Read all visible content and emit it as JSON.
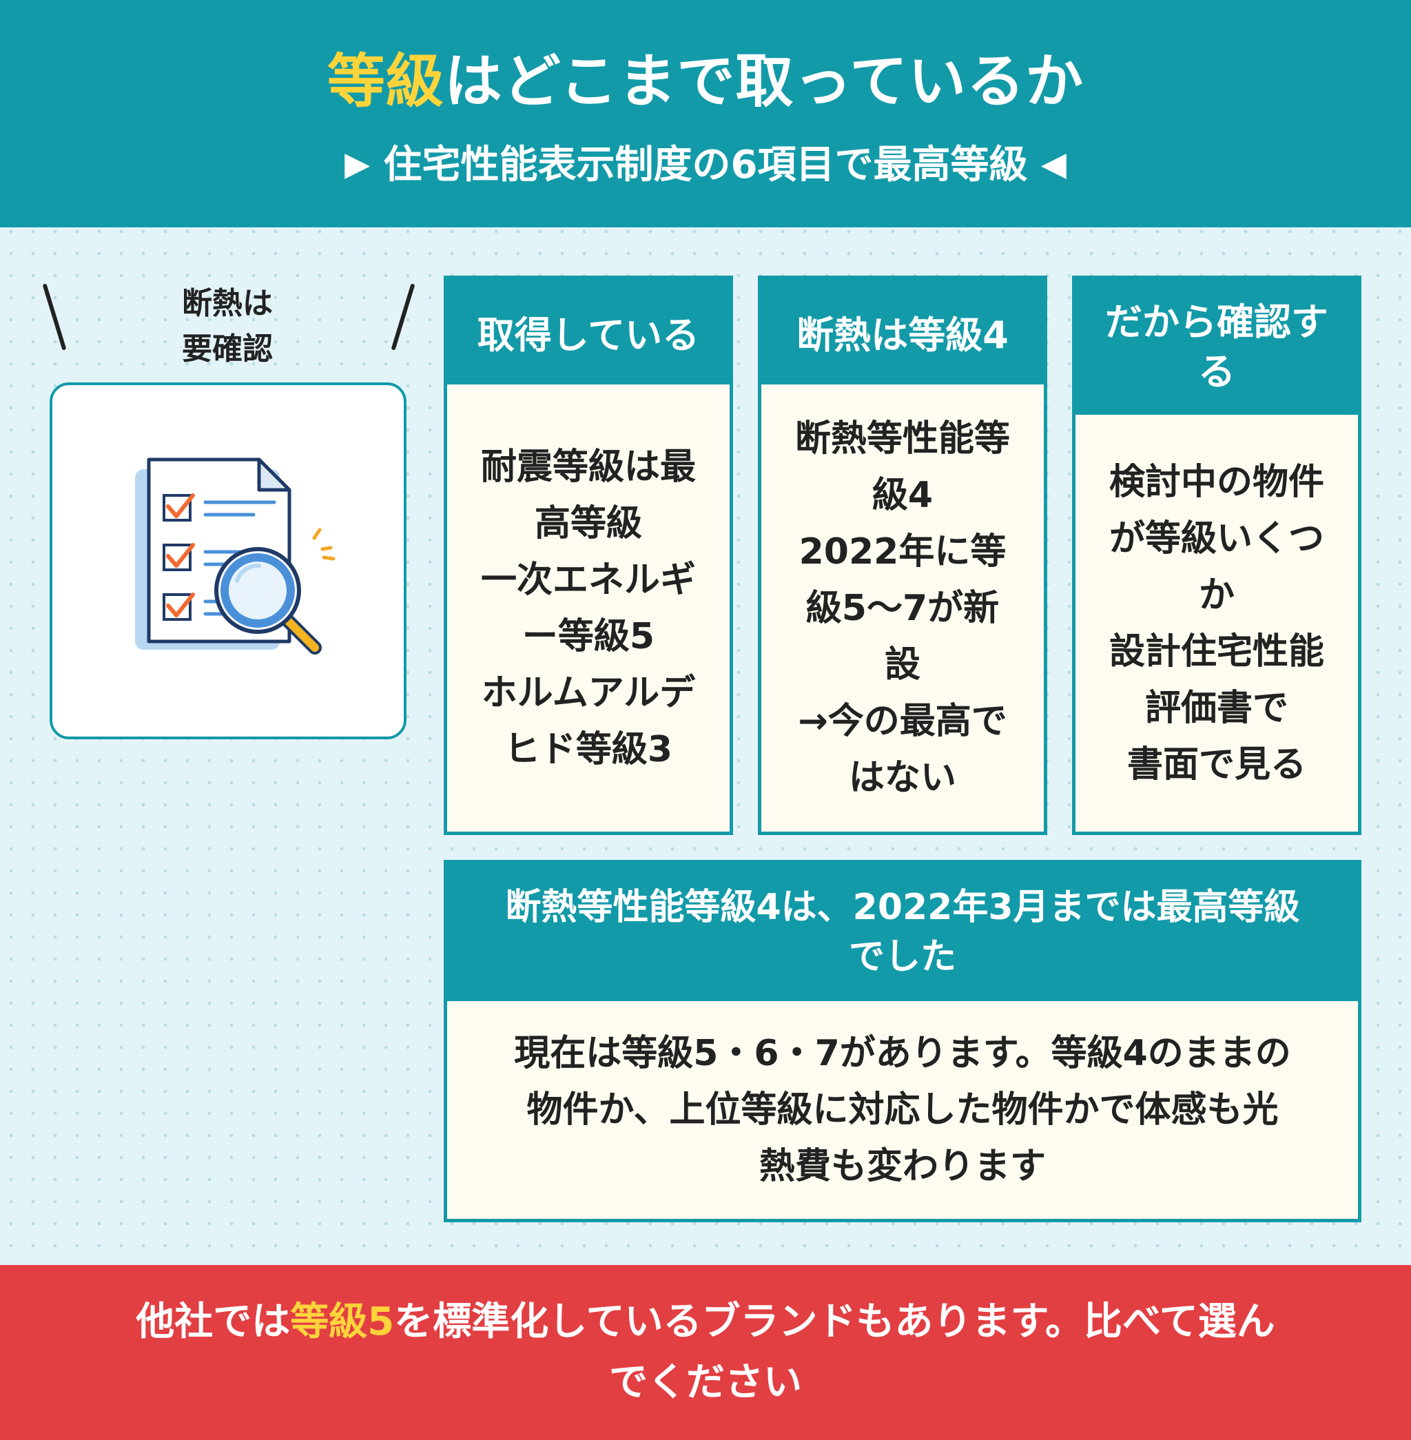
{
  "header": {
    "title_highlight": "等級",
    "title_rest": "はどこまで取っているか",
    "subtitle_left_marker": "▶",
    "subtitle": "住宅性能表示制度の6項目で最高等級",
    "subtitle_right_marker": "◀"
  },
  "aside": {
    "label_line1": "断熱は",
    "label_line2": "要確認",
    "illustration_icon": "checklist-magnifier-icon"
  },
  "cards": [
    {
      "title": "取得している",
      "body": [
        "耐震等級は最",
        "高等級",
        "一次エネルギ",
        "ー等級5",
        "ホルムアルデ",
        "ヒド等級3"
      ]
    },
    {
      "title": "断熱は等級4",
      "body": [
        "断熱等性能等",
        "級4",
        "2022年に等",
        "級5〜7が新",
        "設",
        "→今の最高で",
        "はない"
      ]
    },
    {
      "title_lines": [
        "だから確認す",
        "る"
      ],
      "body": [
        "検討中の物件",
        "が等級いくつ",
        "か",
        "設計住宅性能",
        "評価書で",
        "書面で見る"
      ]
    }
  ],
  "wide_card": {
    "title_lines": [
      "断熱等性能等級4は、2022年3月までは最高等級",
      "でした"
    ],
    "body_lines": [
      "現在は等級5・6・7があります。等級4のままの",
      "物件か、上位等級に対応した物件かで体感も光",
      "熱費も変わります"
    ]
  },
  "footer": {
    "text_before": "他社では",
    "text_highlight": "等級5",
    "text_after_line1": "を標準化しているブランドもあります。比べて選ん",
    "text_after_line2": "でください"
  },
  "colors": {
    "teal": "#139aa8",
    "yellow_highlight": "#ffd43b",
    "red_footer": "#e23f43",
    "card_fill": "#fefcf1",
    "page_background": "#e3f4f8"
  }
}
